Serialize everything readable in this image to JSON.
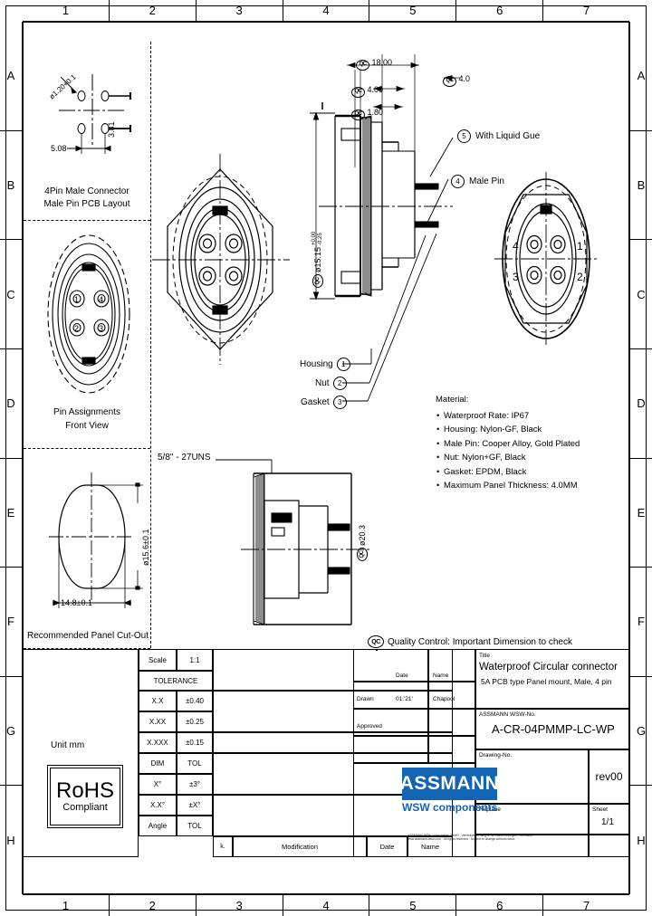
{
  "sheet": {
    "columns": [
      "1",
      "2",
      "3",
      "4",
      "5",
      "6",
      "7"
    ],
    "rows": [
      "A",
      "B",
      "C",
      "D",
      "E",
      "F",
      "G",
      "H"
    ]
  },
  "views": {
    "pcb_layout": {
      "caption_line1": "4Pin Male Connector",
      "caption_line2": "Male Pin PCB Layout",
      "hole_dim": "ø1.20+0.1",
      "dim_horizontal": "5.08",
      "dim_vertical": "3.81"
    },
    "pin_assignment": {
      "caption_line1": "Pin Assignments",
      "caption_line2": "Front View",
      "pins": [
        "1",
        "4",
        "2",
        "3"
      ]
    },
    "panel_cutout": {
      "caption": "Recommended Panel Cut-Out",
      "dim_vertical": "ø15.6±0.1",
      "dim_horizontal": "14.8±0.1"
    },
    "front_view": {},
    "side_view": {
      "dim_overall": "18.00",
      "dim_4_00": "4.00",
      "dim_1_80": "1.80",
      "dim_4_0": "4.0",
      "dim_thread_dia": "ø15.15",
      "dim_thread_tol_upper": "+0.00",
      "dim_thread_tol_lower": "-0.25",
      "qc_prefix": "QC"
    },
    "bottom_view": {
      "thread_spec": "5/8\" - 27UNS",
      "dim_flange_dia": "ø20.3"
    },
    "rear_view": {
      "pins": [
        "4",
        "1",
        "3",
        "2"
      ]
    }
  },
  "callouts": [
    {
      "num": "1",
      "label": "Housing"
    },
    {
      "num": "2",
      "label": "Nut"
    },
    {
      "num": "3",
      "label": "Gasket"
    },
    {
      "num": "4",
      "label": "Male Pin"
    },
    {
      "num": "5",
      "label": "With Liquid Gue"
    }
  ],
  "material": {
    "heading": "Material:",
    "items": [
      "Waterproof Rate: IP67",
      "Housing: Nylon-GF, Black",
      "Male Pin: Cooper Alloy, Gold Plated",
      "Nut: Nylon+GF, Black",
      "Gasket: EPDM, Black",
      "Maximum Panel Thickness: 4.0MM"
    ]
  },
  "qc_note": {
    "badge": "QC",
    "text": "Quality Control: Important Dimension to check"
  },
  "title_block": {
    "unit": "Unit mm",
    "rohs_line1": "RoHS",
    "rohs_line2": "Compliant",
    "scale_label": "Scale",
    "scale_value": "1:1",
    "tolerance_heading": "TOLERANCE",
    "tolerance_rows": [
      {
        "dim": "X.X",
        "tol": "±0.40"
      },
      {
        "dim": "X.XX",
        "tol": "±0.25"
      },
      {
        "dim": "X.XXX",
        "tol": "±0.15"
      },
      {
        "dim": "DIM",
        "tol": "TOL"
      },
      {
        "dim": "X°",
        "tol": "±3°"
      },
      {
        "dim": "X.X°",
        "tol": "±X°"
      },
      {
        "dim": "Angle",
        "tol": "TOL"
      }
    ],
    "rev_table": {
      "no": "k.",
      "modification": "Modification",
      "date": "Date",
      "name": "Name"
    },
    "date_label": "Date",
    "name_label": "Name",
    "drawn_label": "Drawn",
    "drawn_date": "01.'21'",
    "drawn_name": "Chapool",
    "approved_label": "Approved",
    "title_label": "Title",
    "title_line1": "Waterproof Circular connector",
    "title_line2": "5A PCB type  Panel mount, Male, 4 pin",
    "partno_label": "ASSMANN WSW-No.",
    "partno_value": "A-CR-04PMMP-LC-WP",
    "drawingno_label": "Drawing-No.",
    "drawingno_value": "",
    "rev_label": "rev00",
    "replace_label": "Replace",
    "sheet_label": "Sheet",
    "sheet_value": "1/1",
    "brand": "ASSMANN",
    "brand_sub_1": "WSW",
    "brand_sub_2": "components",
    "fine_print": "ASSMANN WSW components GmbH · Verrenberger Weg 1 · D-74613 Öhringen · Germany · www.assmann-wsw.com · All rights reserved · Subject to change without notice"
  },
  "colors": {
    "brand_blue": "#1464b4",
    "line": "#000000",
    "paper": "#ffffff"
  }
}
